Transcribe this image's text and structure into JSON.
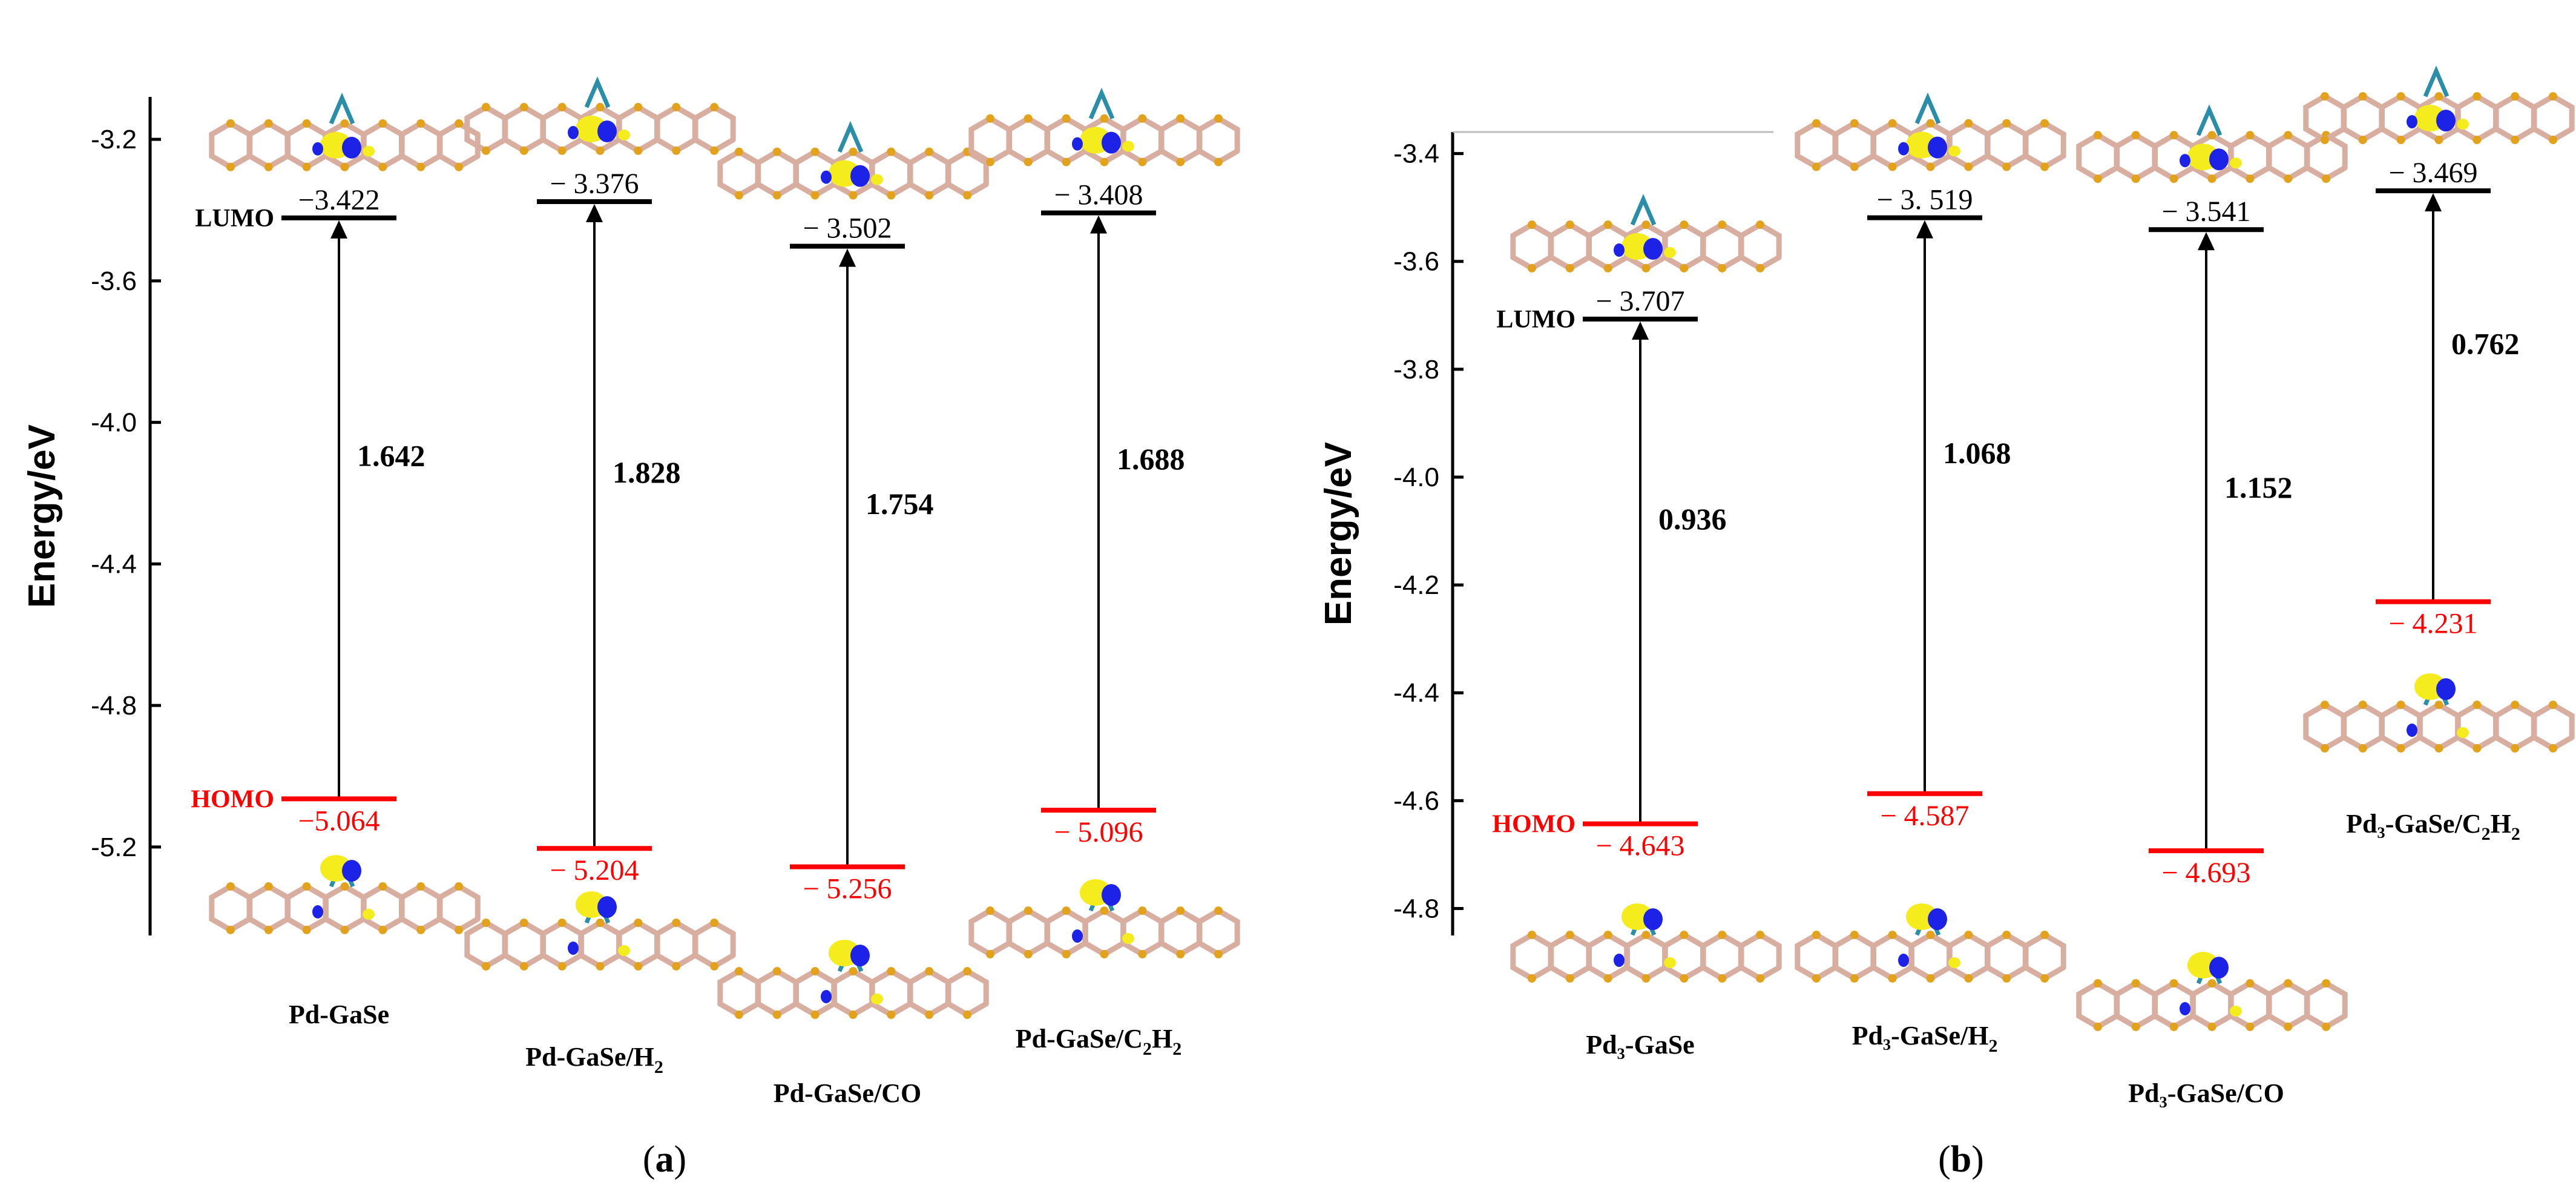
{
  "chart_data": [
    {
      "type": "energy-level-diagram",
      "panel_label": "(a)",
      "ylabel": "Energy/eV",
      "ylim": [
        -5.45,
        -3.08
      ],
      "yticks": [
        -3.2,
        -3.6,
        -4.0,
        -4.4,
        -4.8,
        -5.2
      ],
      "ytick_labels": [
        "-3.2",
        "-3.6",
        "-4.0",
        "-4.4",
        "-4.8",
        "-5.2"
      ],
      "lumo_tag": "LUMO",
      "homo_tag": "HOMO",
      "systems": [
        {
          "name_prefix": "Pd",
          "name_main": "-GaSe",
          "sub": "",
          "name_tail": "",
          "lumo": -3.422,
          "homo": -5.064,
          "lumo_label": "−3.422",
          "homo_label": "−5.064",
          "gap_label": "1.642"
        },
        {
          "name_prefix": "Pd",
          "name_main": "-GaSe/H",
          "sub": "2",
          "name_tail": "",
          "lumo": -3.376,
          "homo": -5.204,
          "lumo_label": "− 3.376",
          "homo_label": "− 5.204",
          "gap_label": "1.828"
        },
        {
          "name_prefix": "Pd",
          "name_main": "-GaSe/CO",
          "sub": "",
          "name_tail": "",
          "lumo": -3.502,
          "homo": -5.256,
          "lumo_label": "− 3.502",
          "homo_label": "− 5.256",
          "gap_label": "1.754"
        },
        {
          "name_prefix": "Pd",
          "name_main": "-GaSe/C",
          "sub": "2",
          "name_tail": "H₂",
          "lumo": -3.408,
          "homo": -5.096,
          "lumo_label": "− 3.408",
          "homo_label": "− 5.096",
          "gap_label": "1.688"
        }
      ]
    },
    {
      "type": "energy-level-diagram",
      "panel_label": "(b)",
      "ylabel": "Energy/eV",
      "ylim": [
        -4.85,
        -3.36
      ],
      "yticks": [
        -3.4,
        -3.6,
        -3.8,
        -4.0,
        -4.2,
        -4.4,
        -4.6,
        -4.8
      ],
      "ytick_labels": [
        "-3.4",
        "-3.6",
        "-3.8",
        "-4.0",
        "-4.2",
        "-4.4",
        "-4.6",
        "-4.8"
      ],
      "lumo_tag": "LUMO",
      "homo_tag": "HOMO",
      "systems": [
        {
          "name_prefix": "Pd₃",
          "name_main": "-GaSe",
          "sub": "",
          "name_tail": "",
          "lumo": -3.707,
          "homo": -4.643,
          "lumo_label": "− 3.707",
          "homo_label": "− 4.643",
          "gap_label": "0.936"
        },
        {
          "name_prefix": "Pd₃",
          "name_main": "-GaSe/H",
          "sub": "2",
          "name_tail": "",
          "lumo": -3.519,
          "homo": -4.587,
          "lumo_label": "− 3. 519",
          "homo_label": "− 4.587",
          "gap_label": "1.068"
        },
        {
          "name_prefix": "Pd₃",
          "name_main": "-GaSe/CO",
          "sub": "",
          "name_tail": "",
          "lumo": -3.541,
          "homo": -4.693,
          "lumo_label": "− 3.541",
          "homo_label": "− 4.693",
          "gap_label": "1.152"
        },
        {
          "name_prefix": "Pd₃",
          "name_main": "-GaSe/C",
          "sub": "2",
          "name_tail": "H₂",
          "lumo": -3.469,
          "homo": -4.231,
          "lumo_label": "− 3.469",
          "homo_label": "− 4.231",
          "gap_label": "0.762"
        }
      ]
    }
  ],
  "colors": {
    "lumo": "#000000",
    "homo": "#ff0000",
    "orbital_yellow": "#f4ec1c",
    "orbital_blue": "#1c22e6",
    "bond": "#d7aea0",
    "atom": "#e2a21b"
  }
}
